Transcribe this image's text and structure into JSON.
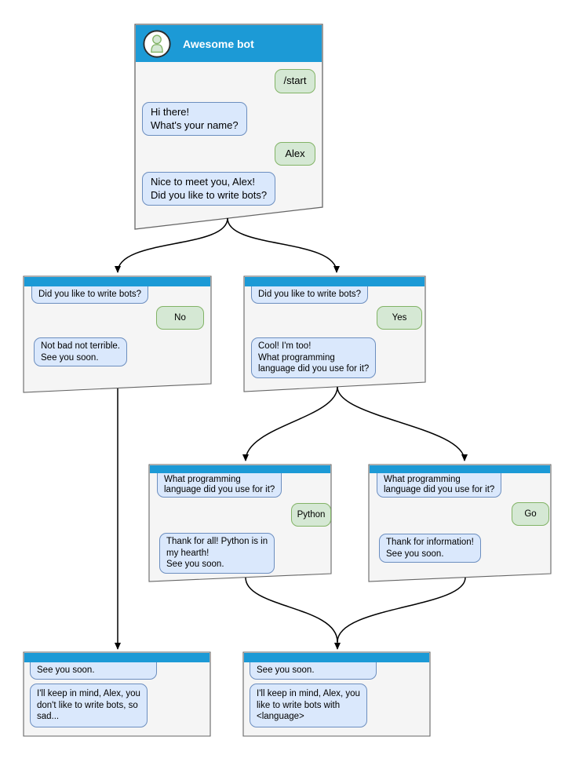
{
  "colors": {
    "header_blue": "#1c9ad6",
    "window_fill": "#f5f5f5",
    "window_border": "#666666",
    "bot_bubble_fill": "#dae8fc",
    "bot_bubble_border": "#6c8ebf",
    "user_bubble_fill": "#d5e8d4",
    "user_bubble_border": "#82b366",
    "arrow": "#000000"
  },
  "root": {
    "title": "Awesome bot",
    "user_start": "/start",
    "bot_greeting": "Hi there!\nWhat's your name?",
    "user_name": "Alex",
    "bot_meet": "Nice to meet you, Alex!\nDid you like to write bots?"
  },
  "branch_no": {
    "question": "Did you like to write bots?",
    "answer": "No",
    "reply": "Not bad not terrible.\nSee you soon."
  },
  "branch_yes": {
    "question": "Did you like to write bots?",
    "answer": "Yes",
    "reply": "Cool! I'm too!\nWhat programming\nlanguage did you use for it?"
  },
  "branch_python": {
    "question": "What programming\nlanguage did you use for it?",
    "answer": "Python",
    "reply": "Thank for all! Python is in\nmy hearth!\nSee you soon."
  },
  "branch_go": {
    "question": "What programming\nlanguage did you use for it?",
    "answer": "Go",
    "reply": "Thank for information!\nSee you soon."
  },
  "end_no": {
    "question": "See you soon.",
    "reply": "I'll keep in mind, Alex, you\ndon't like to write bots, so\nsad..."
  },
  "end_yes": {
    "question": "See you soon.",
    "reply": "I'll keep in mind, Alex, you\nlike to write bots with\n<language>"
  }
}
